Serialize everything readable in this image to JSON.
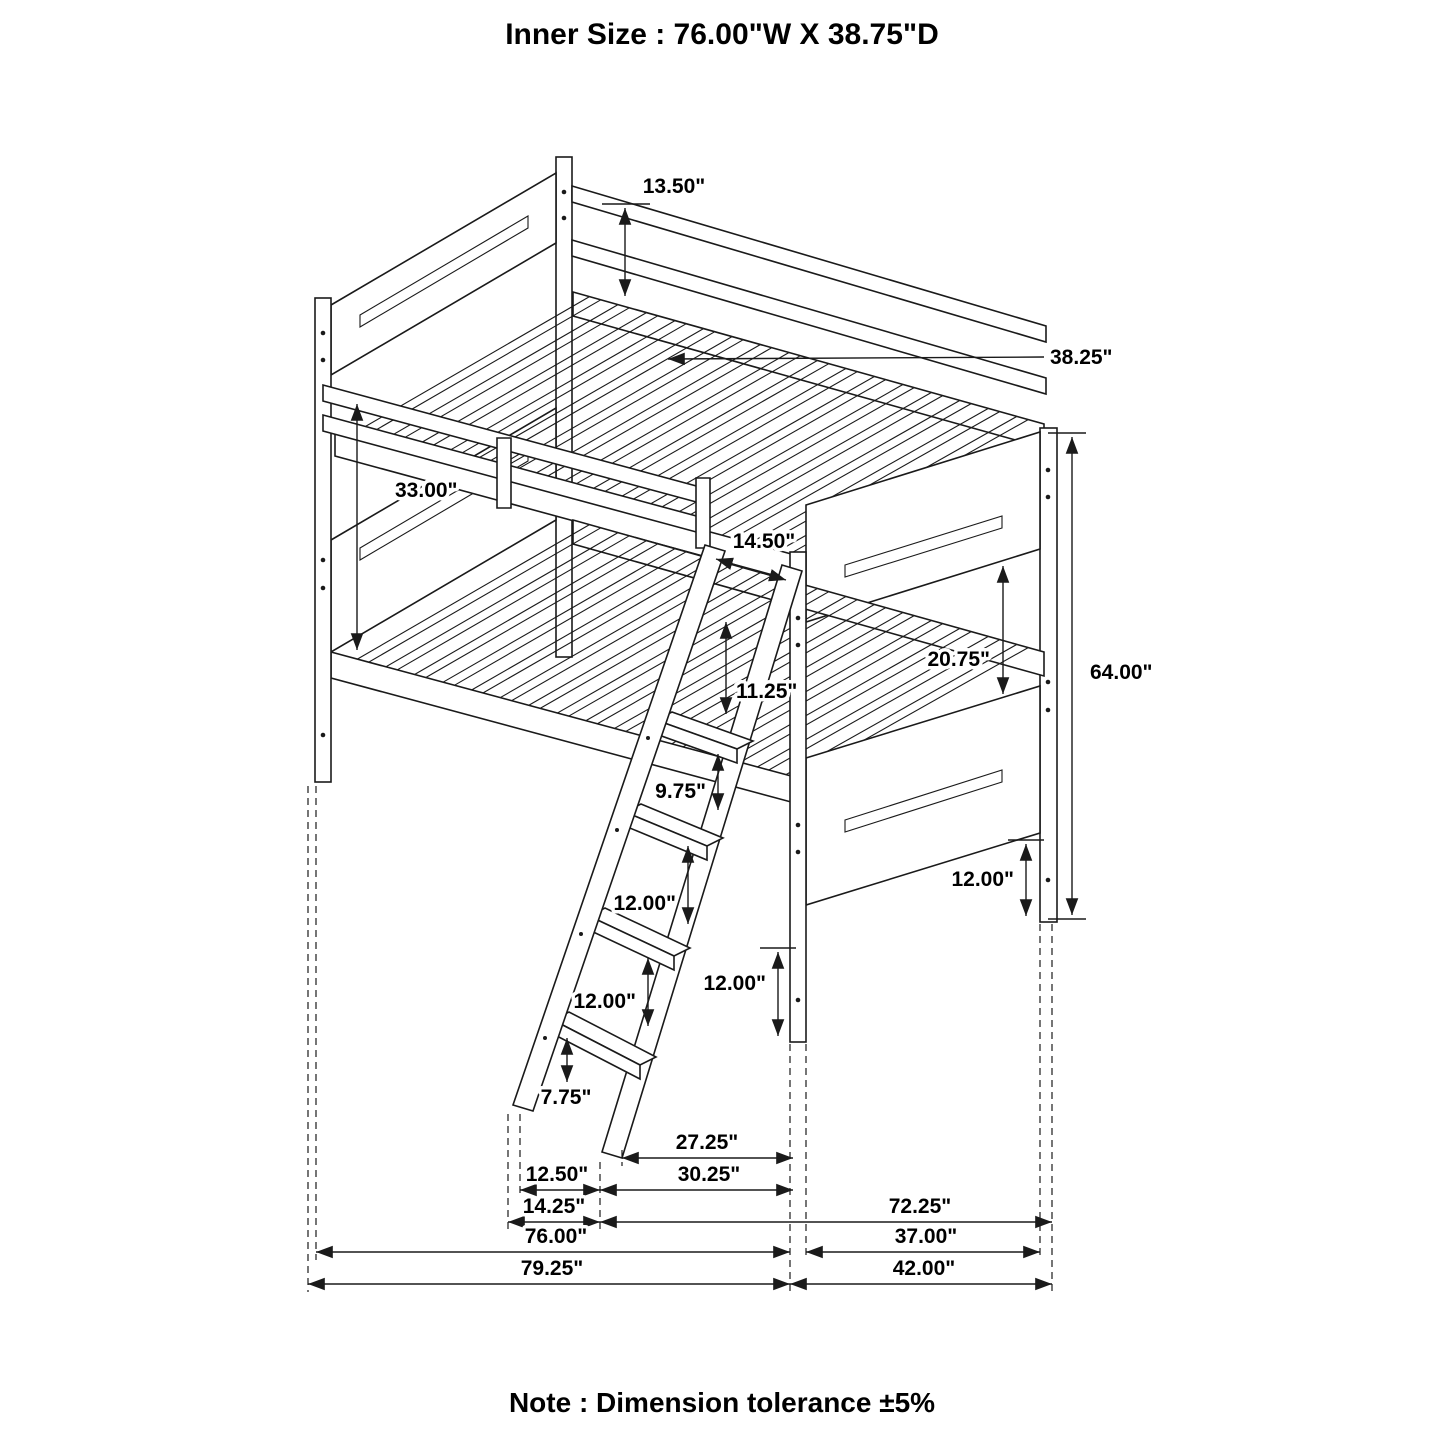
{
  "title": "Inner Size : 76.00\"W X 38.75\"D",
  "note": "Note : Dimension tolerance ±5%",
  "dims": {
    "headboard_rail_height": "13.50\"",
    "inner_depth_slat": "38.25\"",
    "guardrail_to_lower_rail": "33.00\"",
    "ladder_opening": "14.50\"",
    "deck_to_step1": "11.25\"",
    "bunk_gap": "20.75\"",
    "overall_height": "64.00\"",
    "step1_to_step2": "9.75\"",
    "step2_to_step3": "12.00\"",
    "step3_to_step4": "12.00\"",
    "rail_to_floor_front": "12.00\"",
    "panel_to_floor_right": "12.00\"",
    "step4_to_foot": "7.75\"",
    "ladder_to_post": "27.25\"",
    "ladder_span": "30.25\"",
    "ladder_foot_width": "12.50\"",
    "ladder_foot_outer": "14.25\"",
    "length_to_end": "72.25\"",
    "inner_length": "76.00\"",
    "side_depth": "37.00\"",
    "overall_length": "79.25\"",
    "overall_depth": "42.00\""
  }
}
